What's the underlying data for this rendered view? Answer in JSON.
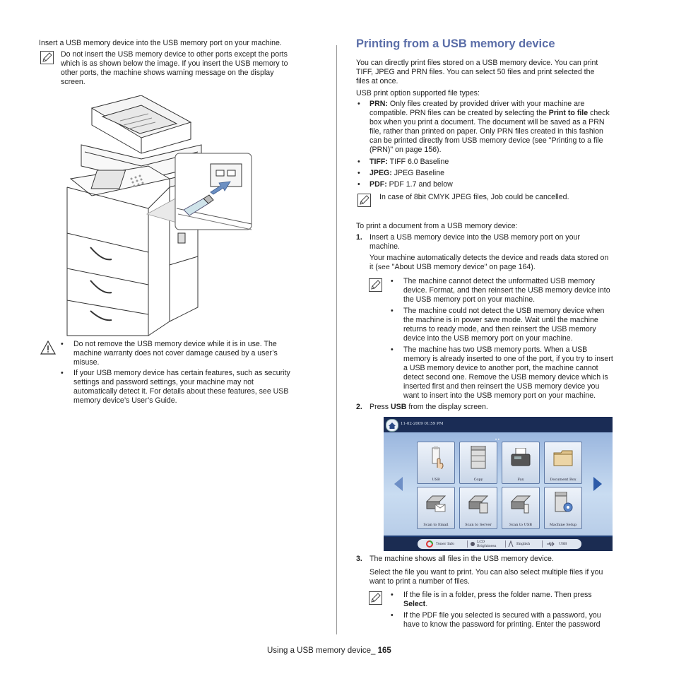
{
  "left": {
    "intro": "Insert a USB memory device into the USB memory port on your machine.",
    "note_lines": [
      "Do not insert the USB memory device to other ports except the ports",
      "which is as shown below the image. If you insert the USB memory to",
      "other ports, the machine shows warning message on the display",
      "screen."
    ],
    "caution_bullets": [
      [
        "Do not remove the USB memory device while it is in use. The",
        "machine warranty does not cover damage caused by a user’s",
        "misuse."
      ],
      [
        "If your USB memory device has certain features, such as security",
        "settings and password settings, your machine may not",
        "automatically detect it. For details about these features, see USB",
        "memory device’s User’s Guide."
      ]
    ]
  },
  "right": {
    "title": "Printing from a USB memory device",
    "intro_lines": [
      "You can directly print files stored on a USB memory device. You can print",
      "TIFF, JPEG and PRN files. You can select 50 files and print selected the",
      "files at once."
    ],
    "supported_label": "USB print option supported file types:",
    "prn": {
      "label": "PRN:",
      "line1": " Only files created by provided driver with your machine are",
      "line2a": "compatible. PRN files can be created by selecting the ",
      "line2b": "Print to file",
      "line2c": " check",
      "rest": [
        "box when you print a document. The document will be saved as a PRN",
        "file, rather than printed on paper. Only PRN files created in this fashion",
        "can be printed directly from USB memory device (see \"Printing to a file",
        "(PRN)\" on page 156)."
      ]
    },
    "tiff": {
      "label": "TIFF:",
      "text": " TIFF 6.0 Baseline"
    },
    "jpeg": {
      "label": "JPEG:",
      "text": " JPEG Baseline"
    },
    "pdf": {
      "label": "PDF:",
      "text": " PDF 1.7 and below"
    },
    "note1": "In case of 8bit CMYK JPEG files, Job could be cancelled.",
    "to_print": "To print a document from a USB memory device:",
    "step1": {
      "num": "1.",
      "lines": [
        "Insert a USB memory device into the USB memory port on your",
        "machine."
      ],
      "detail1": "Your machine automatically detects the device and reads data stored on",
      "detail2a": "it (",
      "detail2b": "see",
      "detail2c": " \"About USB memory device\" on page 164)."
    },
    "note2_bullets": [
      [
        "The machine cannot detect the unformatted USB memory",
        "device. Format, and then reinsert the USB memory device into",
        "the USB memory port on your machine."
      ],
      [
        "The machine could not detect the USB memory device when",
        "the machine is in power save mode. Wait until the machine",
        "returns to ready mode, and then reinsert the USB memory",
        "device into the USB memory port on your machine."
      ],
      [
        "The machine has two USB memory ports. When a USB",
        "memory is already inserted to one of the port, if you try to insert",
        "a USB memory device to another port, the machine cannot",
        "detect second one. Remove the USB memory device which is",
        "inserted first and then reinsert the USB memory device you",
        "want to insert into the USB memory port on your machine."
      ]
    ],
    "step2": {
      "num": "2.",
      "pre": "Press ",
      "bold": "USB",
      "post": " from the display screen."
    },
    "screen": {
      "datetime": "11-02-2009 01:59 PM",
      "tiles": [
        "USB",
        "Copy",
        "Fax",
        "Document Box",
        "Scan to Email",
        "Scan to Server",
        "Scan to USB",
        "Machine Setup"
      ],
      "bottom": [
        "Toner Info",
        "LCD Brightness",
        "English",
        "USB"
      ]
    },
    "step3": {
      "num": "3.",
      "text": "The machine shows all files in the USB memory device."
    },
    "step3_detail": [
      "Select the file you want to print. You can also select multiple files if you",
      "want to print a number of files."
    ],
    "note3": {
      "b1_line1": "If the file is in a folder, press the folder name. Then press",
      "b1_bold": "Select",
      "b1_end": ".",
      "b2": [
        "If the PDF file you selected is secured with a password, you",
        "have to know the password for printing. Enter the password"
      ]
    }
  },
  "footer": {
    "text": "Using a USB memory device_ ",
    "page": "165"
  }
}
